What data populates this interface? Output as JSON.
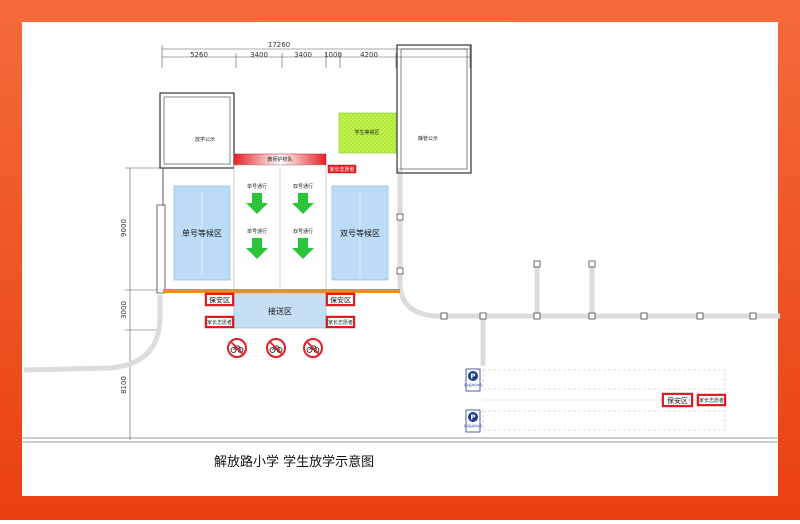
{
  "dimensions": {
    "total_width": "17260",
    "segments": [
      "5260",
      "3400",
      "3400",
      "1000",
      "4200"
    ],
    "left_heights": [
      "9000",
      "3000",
      "8100"
    ]
  },
  "buildings": {
    "left_label": "放学公示",
    "right_label": "静管公示"
  },
  "zones": {
    "teacher_guard": "教师护校队",
    "student_wait": "学生等候区",
    "single_wait": "单号等候区",
    "double_wait": "双号等候区",
    "pickup": "接送区",
    "security_left": "保安区",
    "security_right": "保安区",
    "parent_volunteer_left": "家长志愿者",
    "parent_volunteer_right": "家长志愿者",
    "parent_volunteer_top": "家长志愿者"
  },
  "arrows": {
    "single_pass_1": "单号通行",
    "single_pass_2": "单号通行",
    "double_pass_1": "双号通行",
    "double_pass_2": "双号通行"
  },
  "parking": {
    "security": "保安区",
    "volunteer": "家长志愿者",
    "sign_letter": "P",
    "sign_caption": "家长临时停车区"
  },
  "title": "解放路小学 学生放学示意图",
  "colors": {
    "border": "#f24a1e",
    "wait_blue": "#bcdcf8",
    "arrow_green": "#2bc43a",
    "student_green": "#b6f043",
    "security_red": "#e51e25",
    "pickup_blue": "#c7dff5",
    "orange_line": "#f28d1c",
    "parking_blue": "#1e3a8a"
  },
  "icons": [
    "no-bicycle-icon",
    "no-bicycle-icon",
    "no-bicycle-icon"
  ]
}
